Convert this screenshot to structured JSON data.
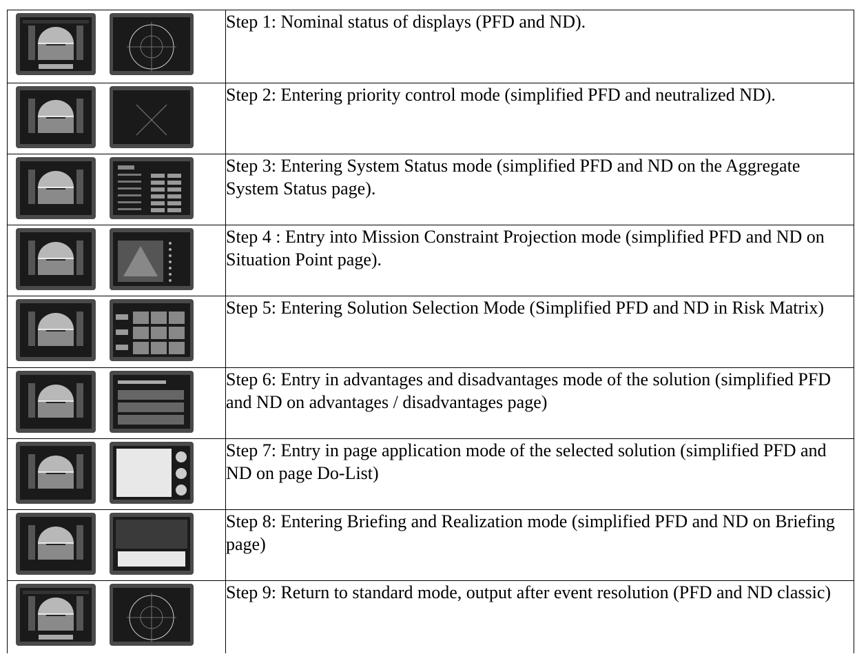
{
  "steps": [
    {
      "text": "Step 1: Nominal status of displays (PFD and ND).",
      "pfd": "full",
      "nd": "compass"
    },
    {
      "text": "Step 2: Entering priority control mode (simplified PFD and neutralized ND).",
      "pfd": "simplified",
      "nd": "neutralized"
    },
    {
      "text": "Step 3: Entering System Status mode (simplified PFD and ND on the Aggregate System Status page).",
      "pfd": "simplified",
      "nd": "system-status"
    },
    {
      "text": "Step 4 : Entry into Mission Constraint Projection mode (simplified PFD and ND on Situation Point page).",
      "pfd": "simplified",
      "nd": "situation-point"
    },
    {
      "text": "Step 5: Entering Solution Selection Mode (Simplified PFD and ND in Risk Matrix)",
      "pfd": "simplified",
      "nd": "risk-matrix"
    },
    {
      "text": "Step 6: Entry in advantages and disadvantages mode of the solution (simplified PFD and ND on advantages / disadvantages page)",
      "pfd": "simplified",
      "nd": "pros-cons"
    },
    {
      "text": "Step 7: Entry in page application mode of the selected solution (simplified PFD and ND on page Do-List)",
      "pfd": "simplified",
      "nd": "do-list"
    },
    {
      "text": "Step 8: Entering Briefing and Realization mode (simplified PFD and ND on Briefing page)",
      "pfd": "simplified",
      "nd": "briefing"
    },
    {
      "text": "Step 9: Return to standard mode, output after event resolution (PFD and ND classic)",
      "pfd": "full",
      "nd": "compass"
    }
  ],
  "colors": {
    "bezel": "#4a4a4a",
    "screen": "#1a1a1a",
    "horizon": "#b8b8b8",
    "line": "#cfcfcf"
  }
}
